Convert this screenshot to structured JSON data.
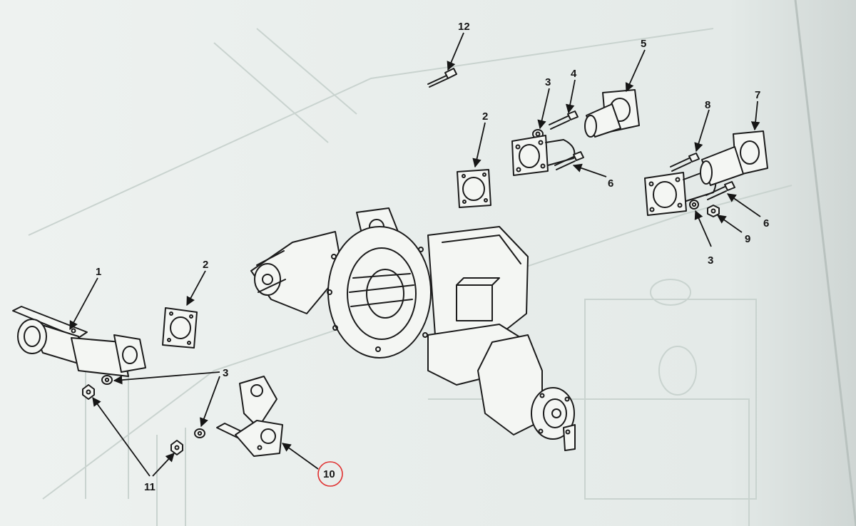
{
  "callouts": {
    "c1": "1",
    "c2a": "2",
    "c2b": "2",
    "c3a": "3",
    "c3b": "3",
    "c3c": "3",
    "c4": "4",
    "c5": "5",
    "c6a": "6",
    "c6b": "6",
    "c7": "7",
    "c8": "8",
    "c9": "9",
    "c10": "10",
    "c11": "11",
    "c12": "12"
  },
  "highlight": {
    "callout": "10",
    "color": "#e03030"
  },
  "colors": {
    "paper": "#e6ecea",
    "ink": "#1c1c1c",
    "ghost": "#c9d3cf"
  }
}
